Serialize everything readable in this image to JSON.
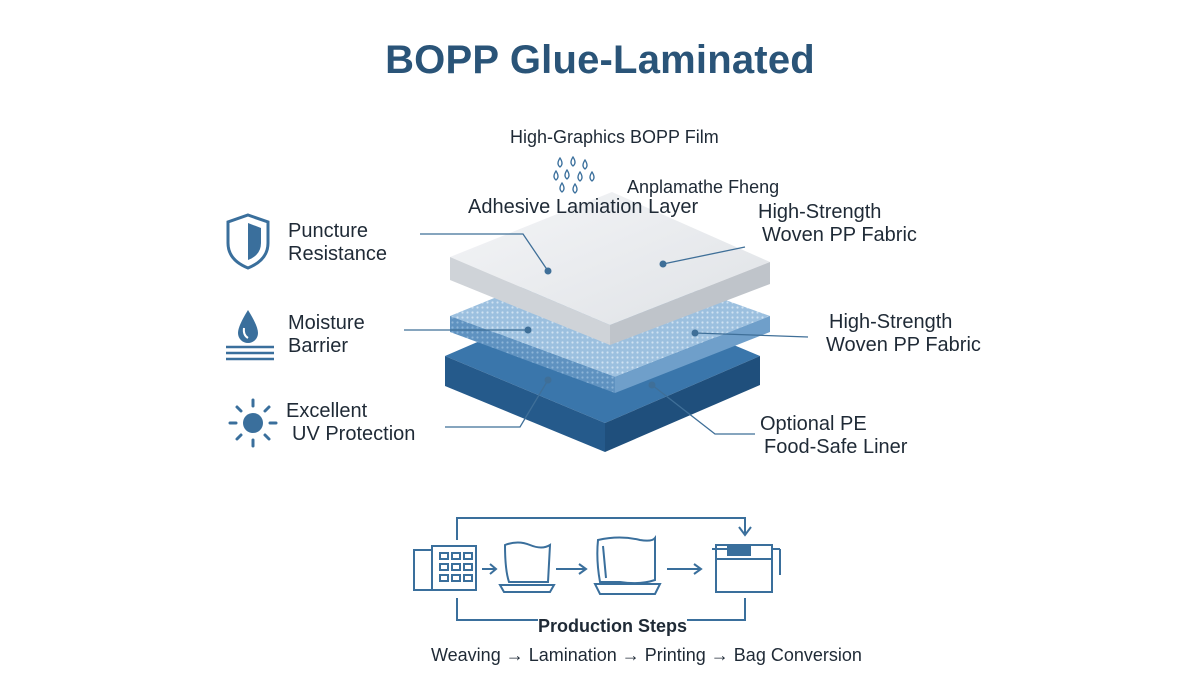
{
  "title": "BOPP Glue-Laminated",
  "layer_labels": {
    "top": "High-Graphics BOPP Film",
    "misc": "Anplamathe Fheng",
    "adhesive": "Adhesive Lamiation Layer",
    "right_top_line1": "High-Strength",
    "right_top_line2": "Woven PP Fabric",
    "right_mid_line1": "High-Strength",
    "right_mid_line2": "Woven PP Fabric",
    "right_bot_line1": "Optional PE",
    "right_bot_line2": "Food-Safe Liner"
  },
  "features": [
    {
      "icon": "shield-icon",
      "line1": "Puncture",
      "line2": "Resistance"
    },
    {
      "icon": "water-drop-icon",
      "line1": "Moisture",
      "line2": "Barrier"
    },
    {
      "icon": "sun-icon",
      "line1": "Excellent",
      "line2": "UV Protection"
    }
  ],
  "process": {
    "caption": "Production Steps",
    "steps": "Weaving → Lamination → Printing → Bag Conversion",
    "icons": [
      "loom-machine-icon",
      "film-sheet-icon",
      "printed-sheet-icon",
      "bag-machine-icon"
    ]
  },
  "colors": {
    "title": "#2a5478",
    "accent": "#3a6f9c",
    "top_layer": "#e9ebee",
    "mid_layer": "#9cc0df",
    "bottom_layer": "#2f6699"
  }
}
